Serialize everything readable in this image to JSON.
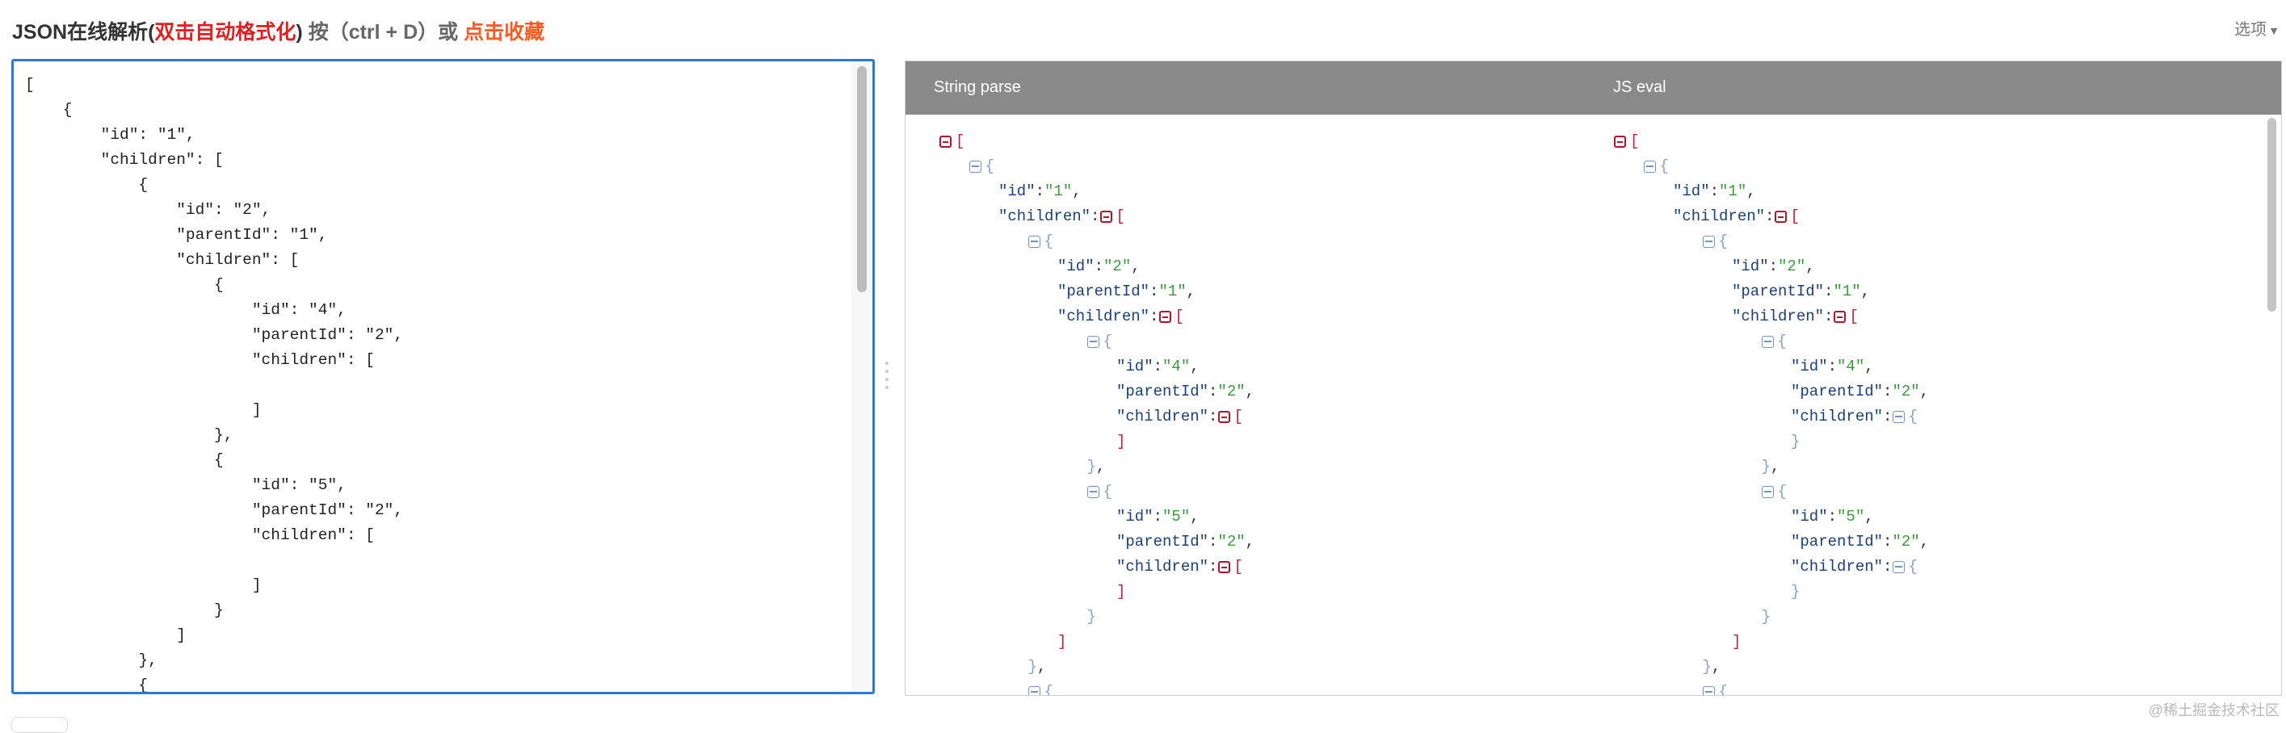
{
  "header": {
    "title_main": "JSON在线解析(",
    "title_red": "双击自动格式化",
    "title_close": ")",
    "title_hint": "按（ctrl + D）或",
    "title_link": "点击收藏",
    "options_label": "选项"
  },
  "editor": {
    "content": "[\n    {\n        \"id\": \"1\",\n        \"children\": [\n            {\n                \"id\": \"2\",\n                \"parentId\": \"1\",\n                \"children\": [\n                    {\n                        \"id\": \"4\",\n                        \"parentId\": \"2\",\n                        \"children\": [\n\n                        ]\n                    },\n                    {\n                        \"id\": \"5\",\n                        \"parentId\": \"2\",\n                        \"children\": [\n\n                        ]\n                    }\n                ]\n            },\n            {"
  },
  "result": {
    "tab_string_parse": "String parse",
    "tab_js_eval": "JS eval",
    "string_parse": [
      {
        "depth": 0,
        "toggle": "red",
        "open": "["
      },
      {
        "depth": 1,
        "toggle": "blue",
        "open": "{"
      },
      {
        "depth": 2,
        "key": "\"id\"",
        "val": "\"1\"",
        "comma": ","
      },
      {
        "depth": 2,
        "key": "\"children\"",
        "toggle": "red",
        "open": "["
      },
      {
        "depth": 3,
        "toggle": "blue",
        "open": "{"
      },
      {
        "depth": 4,
        "key": "\"id\"",
        "val": "\"2\"",
        "comma": ","
      },
      {
        "depth": 4,
        "key": "\"parentId\"",
        "val": "\"1\"",
        "comma": ","
      },
      {
        "depth": 4,
        "key": "\"children\"",
        "toggle": "red",
        "open": "["
      },
      {
        "depth": 5,
        "toggle": "blue",
        "open": "{"
      },
      {
        "depth": 6,
        "key": "\"id\"",
        "val": "\"4\"",
        "comma": ","
      },
      {
        "depth": 6,
        "key": "\"parentId\"",
        "val": "\"2\"",
        "comma": ","
      },
      {
        "depth": 6,
        "key": "\"children\"",
        "toggle": "red",
        "open": "["
      },
      {
        "depth": 6,
        "close": "]",
        "closeType": "br"
      },
      {
        "depth": 5,
        "close": "}",
        "closeType": "cb",
        "comma": ","
      },
      {
        "depth": 5,
        "toggle": "blue",
        "open": "{"
      },
      {
        "depth": 6,
        "key": "\"id\"",
        "val": "\"5\"",
        "comma": ","
      },
      {
        "depth": 6,
        "key": "\"parentId\"",
        "val": "\"2\"",
        "comma": ","
      },
      {
        "depth": 6,
        "key": "\"children\"",
        "toggle": "red",
        "open": "["
      },
      {
        "depth": 6,
        "close": "]",
        "closeType": "br"
      },
      {
        "depth": 5,
        "close": "}",
        "closeType": "cb"
      },
      {
        "depth": 4,
        "close": "]",
        "closeType": "br"
      },
      {
        "depth": 3,
        "close": "}",
        "closeType": "cb",
        "comma": ","
      },
      {
        "depth": 3,
        "toggle": "blue",
        "open": "{"
      }
    ],
    "js_eval": [
      {
        "depth": 0,
        "toggle": "red",
        "open": "["
      },
      {
        "depth": 1,
        "toggle": "blue",
        "open": "{"
      },
      {
        "depth": 2,
        "key": "\"id\"",
        "val": "\"1\"",
        "comma": ","
      },
      {
        "depth": 2,
        "key": "\"children\"",
        "toggle": "red",
        "open": "["
      },
      {
        "depth": 3,
        "toggle": "blue",
        "open": "{"
      },
      {
        "depth": 4,
        "key": "\"id\"",
        "val": "\"2\"",
        "comma": ","
      },
      {
        "depth": 4,
        "key": "\"parentId\"",
        "val": "\"1\"",
        "comma": ","
      },
      {
        "depth": 4,
        "key": "\"children\"",
        "toggle": "red",
        "open": "["
      },
      {
        "depth": 5,
        "toggle": "blue",
        "open": "{"
      },
      {
        "depth": 6,
        "key": "\"id\"",
        "val": "\"4\"",
        "comma": ","
      },
      {
        "depth": 6,
        "key": "\"parentId\"",
        "val": "\"2\"",
        "comma": ","
      },
      {
        "depth": 6,
        "key": "\"children\"",
        "toggle": "blue",
        "open": "{"
      },
      {
        "depth": 6,
        "close": "}",
        "closeType": "cb"
      },
      {
        "depth": 5,
        "close": "}",
        "closeType": "cb",
        "comma": ","
      },
      {
        "depth": 5,
        "toggle": "blue",
        "open": "{"
      },
      {
        "depth": 6,
        "key": "\"id\"",
        "val": "\"5\"",
        "comma": ","
      },
      {
        "depth": 6,
        "key": "\"parentId\"",
        "val": "\"2\"",
        "comma": ","
      },
      {
        "depth": 6,
        "key": "\"children\"",
        "toggle": "blue",
        "open": "{"
      },
      {
        "depth": 6,
        "close": "}",
        "closeType": "cb"
      },
      {
        "depth": 5,
        "close": "}",
        "closeType": "cb"
      },
      {
        "depth": 4,
        "close": "]",
        "closeType": "br"
      },
      {
        "depth": 3,
        "close": "}",
        "closeType": "cb",
        "comma": ","
      },
      {
        "depth": 3,
        "toggle": "blue",
        "open": "{"
      }
    ]
  },
  "footer": {
    "watermark": "@稀土掘金技术社区"
  },
  "colors": {
    "editor_border": "#2a7bd6",
    "header_bg": "#8a8a8a",
    "key": "#1b3f7a",
    "string": "#3a9b3a",
    "bracket": "#c0223b",
    "brace": "#8aa2c8"
  }
}
